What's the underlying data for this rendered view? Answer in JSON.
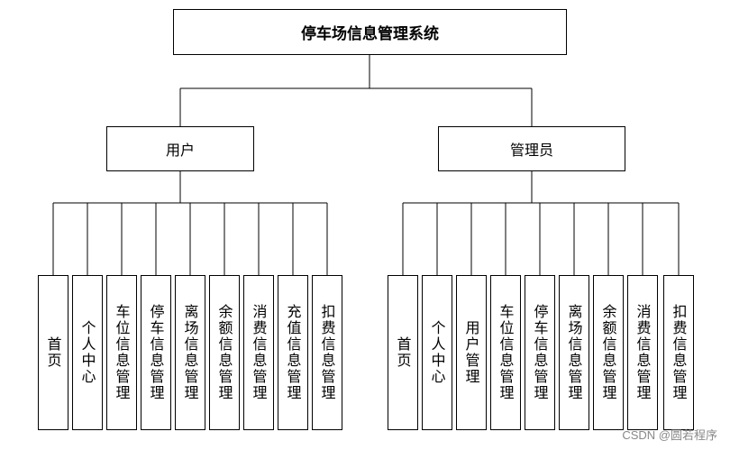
{
  "root": "停车场信息管理系统",
  "roles": [
    {
      "label": "用户",
      "children": [
        "首页",
        "个人中心",
        "车位信息管理",
        "停车信息管理",
        "离场信息管理",
        "余额信息管理",
        "消费信息管理",
        "充值信息管理",
        "扣费信息管理"
      ]
    },
    {
      "label": "管理员",
      "children": [
        "首页",
        "个人中心",
        "用户管理",
        "车位信息管理",
        "停车信息管理",
        "离场信息管理",
        "余额信息管理",
        "消费信息管理",
        "扣费信息管理"
      ]
    }
  ],
  "watermark": "CSDN @圆若程序"
}
